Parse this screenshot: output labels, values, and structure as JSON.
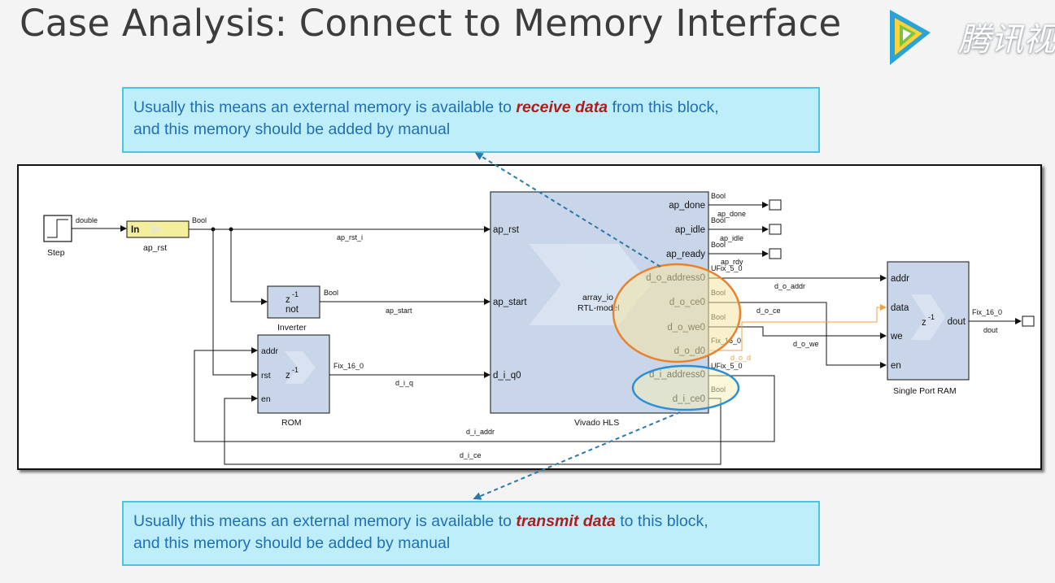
{
  "slide": {
    "title": "Case Analysis: Connect to Memory Interface",
    "logo_text": "腾讯视"
  },
  "callouts": {
    "top": {
      "pre": "Usually this means an external memory is available to ",
      "em": "receive data",
      "post": " from this block,",
      "line2": "and this memory should be added by manual"
    },
    "bottom": {
      "pre": "Usually this means an external memory is available to ",
      "em": "transmit data",
      "post": " to this block,",
      "line2": "and this memory should be added by manual"
    }
  },
  "blocks": {
    "step": {
      "label": "Step"
    },
    "ap_rst_in": {
      "text": "In",
      "label": "ap_rst"
    },
    "inverter": {
      "z": "z",
      "exp": "-1",
      "sub": "not",
      "label": "Inverter"
    },
    "rom": {
      "ports": [
        "addr",
        "rst",
        "en"
      ],
      "z": "z",
      "exp": "-1",
      "label": "ROM"
    },
    "vivado_hls": {
      "label": "Vivado HLS",
      "center_line1": "array_io",
      "center_line2": "RTL-model",
      "inputs": [
        "ap_rst",
        "ap_start",
        "d_i_q0"
      ],
      "outputs": [
        "ap_done",
        "ap_idle",
        "ap_ready",
        "d_o_address0",
        "d_o_ce0",
        "d_o_we0",
        "d_o_d0",
        "d_i_address0",
        "d_i_ce0"
      ]
    },
    "ram": {
      "ports": [
        "addr",
        "data",
        "we",
        "en"
      ],
      "out": "dout",
      "z": "z",
      "exp": "-1",
      "label": "Single Port RAM"
    }
  },
  "signals": {
    "double": "double",
    "bool": "Bool",
    "ap_rst_i": "ap_rst_i",
    "ap_start": "ap_start",
    "fix_16_0": "Fix_16_0",
    "d_i_q": "d_i_q",
    "ap_done": "ap_done",
    "ap_idle": "ap_idle",
    "ap_rdy": "ap_rdy",
    "ufix_5_0": "UFix_5_0",
    "d_o_addr": "d_o_addr",
    "d_o_ce": "d_o_ce",
    "d_o_we": "d_o_we",
    "d_o_d": "d_o_d",
    "d_i_addr": "d_i_addr",
    "d_i_ce": "d_i_ce",
    "dout": "dout"
  },
  "colors": {
    "callout_bg": "#bfeefb",
    "callout_border": "#4fc3e3",
    "callout_text": "#1f6fb4",
    "emphasis": "#b01c1c",
    "block_fill": "#c9d6ea",
    "orange_ellipse": "#e8822d",
    "blue_ellipse": "#2b8fd6",
    "orange_wire": "#f0a040"
  }
}
